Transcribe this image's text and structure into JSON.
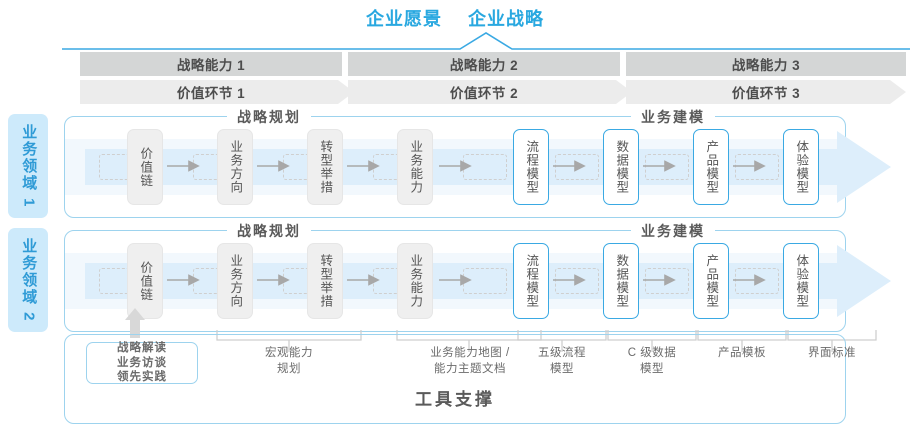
{
  "top": {
    "titles": [
      "企业愿景",
      "企业战略"
    ],
    "accent": "#29a8e0"
  },
  "capability_headers": [
    {
      "label": "战略能力 1"
    },
    {
      "label": "战略能力 2"
    },
    {
      "label": "战略能力 3"
    }
  ],
  "value_chain_headers": [
    {
      "label": "价值环节 1"
    },
    {
      "label": "价值环节 2"
    },
    {
      "label": "价值环节 3"
    }
  ],
  "domains": [
    {
      "label": "业务领域 1"
    },
    {
      "label": "业务领域 2"
    }
  ],
  "sections": {
    "strategy_planning": "战略规划",
    "business_modeling": "业务建模"
  },
  "nodes": {
    "gray": [
      "价值链",
      "业务方向",
      "转型举措",
      "业务能力"
    ],
    "blue": [
      "流程模型",
      "数据模型",
      "产品模型",
      "体验模型"
    ]
  },
  "tool_support": {
    "title": "工具支撑",
    "highlight_box": "战略解读\n业务访谈\n领先实践",
    "labels": [
      {
        "text": "宏观能力\n规划"
      },
      {
        "text": "业务能力地图 /\n能力主题文档"
      },
      {
        "text": "五级流程\n模型"
      },
      {
        "text": "C 级数据\n模型"
      },
      {
        "text": "产品模板"
      },
      {
        "text": "界面标准"
      }
    ]
  },
  "colors": {
    "accent_blue": "#29a8e0",
    "border_blue": "#9dd3ee",
    "node_blue": "#3aa9e3",
    "header_gray": "#d4d6d6",
    "band": "#f2f8fd",
    "domain_tag": "#cdeafb"
  }
}
